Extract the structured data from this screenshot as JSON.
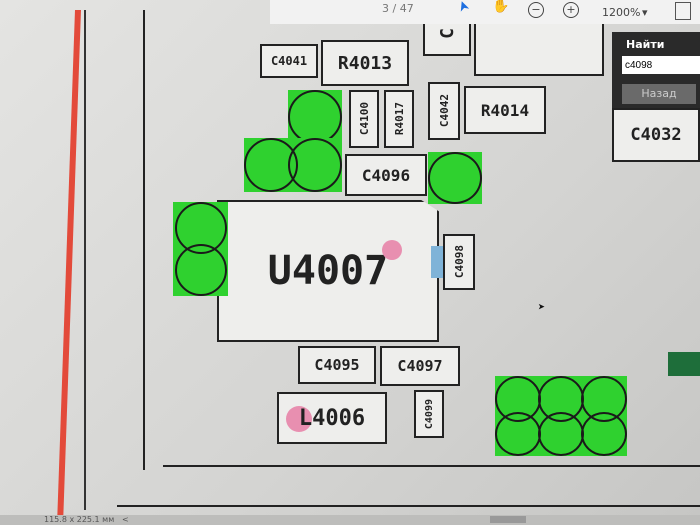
{
  "toolbar": {
    "page": "3 / 47",
    "zoom": "1200%",
    "zoom_dropdown": "▾",
    "pan_icon": "✋",
    "zoom_out": "−",
    "zoom_in": "+",
    "pointer": "➤"
  },
  "find_panel": {
    "title": "Найти",
    "input_value": "c4098",
    "back_button": "Назад"
  },
  "status_bar": {
    "dimensions": "115.8 x 225.1 мм",
    "scroll_left": "<"
  },
  "components": {
    "c4041": "C4041",
    "r4013": "R4013",
    "c4100": "C4100",
    "r4017": "R4017",
    "c4042": "C4042",
    "r4014": "R4014",
    "c4032": "C4032",
    "c4096": "C4096",
    "u4007": "U4007",
    "c4098": "C4098",
    "c4095": "C4095",
    "c4097": "C4097",
    "l4006": "L4006",
    "c4099": "C4099",
    "c_top": "C"
  }
}
